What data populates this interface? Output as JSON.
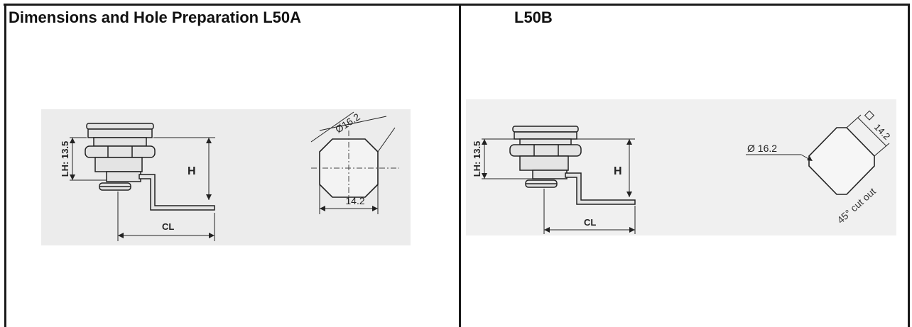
{
  "left_panel": {
    "heading": "Dimensions and Hole Preparation L50A",
    "lh_label": "LH: 13.5",
    "h_label": "H",
    "cl_label": "CL",
    "diameter_label": "Ø16.2",
    "width_label": "14.2"
  },
  "right_panel": {
    "heading": "L50B",
    "lh_label": "LH: 13.5",
    "h_label": "H",
    "cl_label": "CL",
    "diameter_label": "Ø 16.2",
    "square_label": "14.2",
    "cutout_label": "45° cut out"
  }
}
